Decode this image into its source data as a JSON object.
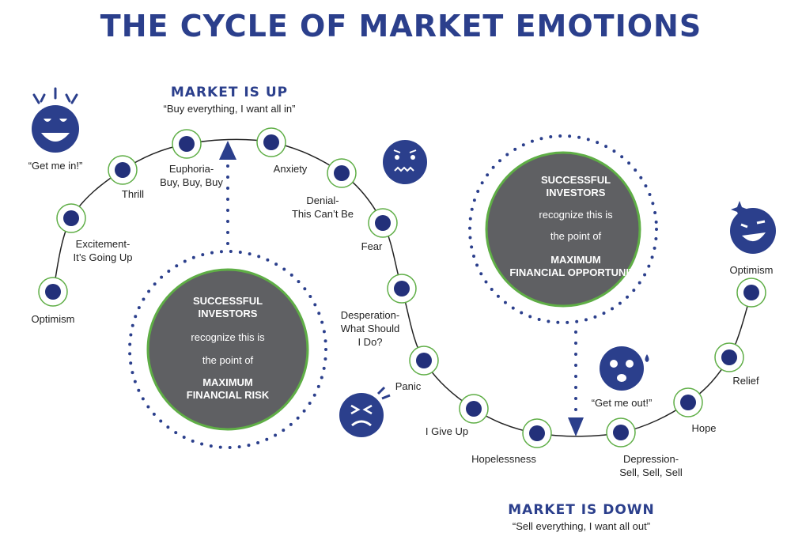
{
  "title": "THE CYCLE OF MARKET EMOTIONS",
  "market_up": {
    "heading": "MARKET IS UP",
    "quote": "“Buy everything, I want all in”"
  },
  "market_down": {
    "heading": "MARKET IS DOWN",
    "quote": "“Sell everything, I want all out”"
  },
  "quotes": {
    "get_in": "“Get me in!”",
    "get_out": "“Get me out!”"
  },
  "stages": [
    {
      "lines": [
        "Optimism"
      ]
    },
    {
      "lines": [
        "Excitement-",
        "It’s Going Up"
      ]
    },
    {
      "lines": [
        "Thrill"
      ]
    },
    {
      "lines": [
        "Euphoria-",
        "Buy, Buy, Buy"
      ]
    },
    {
      "lines": [
        "Anxiety"
      ]
    },
    {
      "lines": [
        "Denial-",
        "This Can’t Be"
      ]
    },
    {
      "lines": [
        "Fear"
      ]
    },
    {
      "lines": [
        "Desperation-",
        "What Should",
        "I Do?"
      ]
    },
    {
      "lines": [
        "Panic"
      ]
    },
    {
      "lines": [
        "I Give Up"
      ]
    },
    {
      "lines": [
        "Hopelessness"
      ]
    },
    {
      "lines": [
        "Depression-",
        "Sell, Sell, Sell"
      ]
    },
    {
      "lines": [
        "Hope"
      ]
    },
    {
      "lines": [
        "Relief"
      ]
    },
    {
      "lines": [
        "Optimism"
      ]
    }
  ],
  "risk_circle": {
    "l1": "SUCCESSFUL",
    "l2": "INVESTORS",
    "l3": "recognize this is",
    "l4": "the point of",
    "l5": "MAXIMUM",
    "l6": "FINANCIAL RISK"
  },
  "opportunity_circle": {
    "l1": "SUCCESSFUL",
    "l2": "INVESTORS",
    "l3": "recognize this is",
    "l4": "the point of",
    "l5": "MAXIMUM",
    "l6": "FINANCIAL OPPORTUNITY"
  },
  "colors": {
    "navy": "#2b3f8c",
    "grey": "#5f6063",
    "green": "#5fae46"
  },
  "icons": [
    "excited-face-icon",
    "worried-face-icon",
    "angry-face-icon",
    "fearful-face-icon",
    "winking-face-icon"
  ]
}
